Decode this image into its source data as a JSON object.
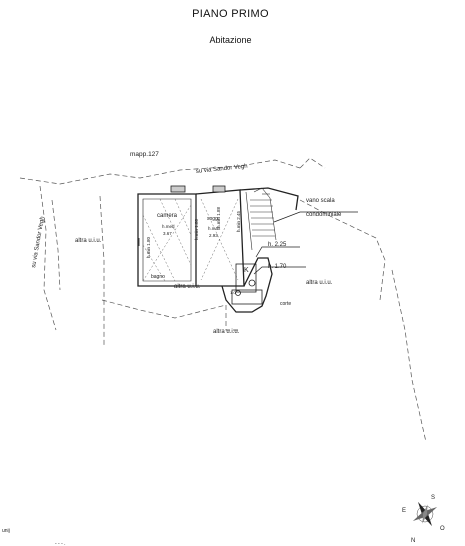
{
  "header": {
    "title": "PIANO PRIMO",
    "subtitle": "Abitazione"
  },
  "labels": {
    "mapp": "mapp.127",
    "street_top": "su via Sandor Vegh",
    "street_left": "su via Sandor Vegh",
    "altra_left": "altra u.i.u.",
    "altra_center": "altra u.i.u.",
    "altra_right": "altra u.i.u.",
    "altra_bottom": "altra u.i.u.",
    "vano_scala": "vano scala",
    "condominiale": "condominiale",
    "camera": "camera",
    "h_min_camera": "h.min 1.80",
    "h_med": "h.med",
    "h_med_value": "3.67",
    "bagno": "bagno",
    "h_min_mid": "h.min 1.88",
    "h_min_sogg": "h.min 1.88",
    "soggiorno": "sogg.",
    "h_max": "h.max",
    "h_max_value": "2.93",
    "h_min_stair": "h.min 2.45",
    "h_225": "h. 2.25",
    "h_170": "h. 1.70",
    "k": "K",
    "corte": "corte",
    "dim_small": "1.0",
    "footer_left": "unij",
    "footer_dash": "- -  -  ."
  },
  "compass": {
    "n": "N",
    "s": "S",
    "e": "E",
    "o": "O"
  }
}
